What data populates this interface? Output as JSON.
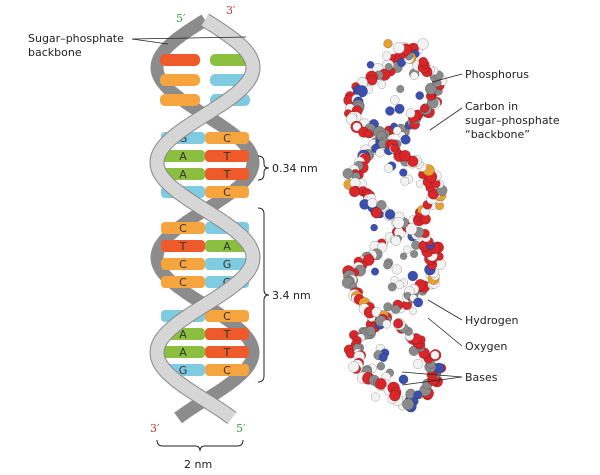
{
  "left_model": {
    "backbone_label": [
      "Sugar–phosphate",
      "backbone"
    ],
    "top_left_end": "5′",
    "top_right_end": "3′",
    "bottom_left_end": "3′",
    "bottom_right_end": "5′",
    "rise_label": "0.34 nm",
    "pitch_label": "3.4 nm",
    "width_label": "2 nm",
    "base_pairs": [
      [
        "G",
        "C"
      ],
      [
        "A",
        "T"
      ],
      [
        "A",
        "T"
      ],
      [
        "G",
        "C"
      ],
      [
        "C",
        "G"
      ],
      [
        "T",
        "A"
      ],
      [
        "C",
        "G"
      ],
      [
        "C",
        "G"
      ],
      [
        "G",
        "C"
      ],
      [
        "A",
        "T"
      ],
      [
        "A",
        "T"
      ],
      [
        "G",
        "C"
      ]
    ],
    "base_colors": {
      "A": "#8bbf3f",
      "T": "#ef5a2a",
      "G": "#7fcbe2",
      "C": "#f6a53e"
    },
    "strand_colors": {
      "front": "#d6d6d6",
      "back": "#8c8c8c"
    }
  },
  "right_model": {
    "labels": [
      "Phosphorus",
      "Carbon in",
      "sugar–phosphate",
      "“backbone”",
      "Hydrogen",
      "Oxygen",
      "Bases"
    ],
    "atom_colors": {
      "oxygen": "#d8262a",
      "carbon": "#8a8a8a",
      "hydrogen": "#f2f2f2",
      "nitrogen": "#3a4fb0",
      "phosphorus": "#e8a030"
    }
  }
}
